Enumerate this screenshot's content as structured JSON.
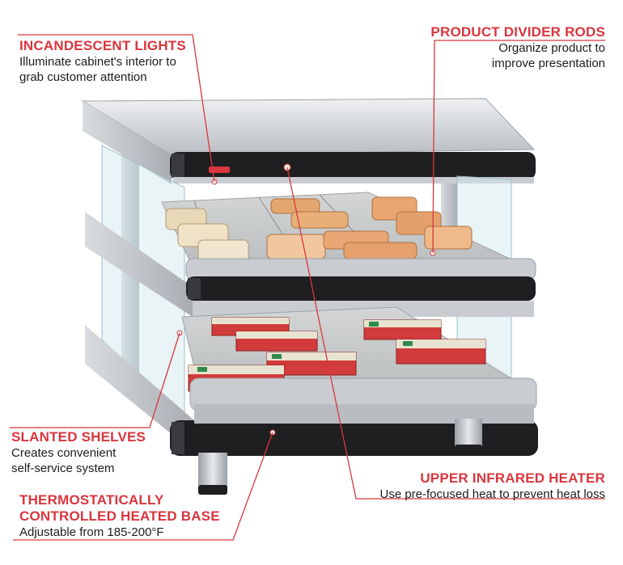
{
  "callouts": {
    "incandescent_lights": {
      "title": "INCANDESCENT LIGHTS",
      "desc_1": "Illuminate cabinet's interior to",
      "desc_2": "grab customer attention"
    },
    "product_divider_rods": {
      "title": "PRODUCT DIVIDER RODS",
      "desc_1": "Organize product to",
      "desc_2": "improve presentation"
    },
    "slanted_shelves": {
      "title": "SLANTED SHELVES",
      "desc_1": "Creates convenient",
      "desc_2": "self-service system"
    },
    "heated_base": {
      "title_1": "THERMOSTATICALLY",
      "title_2": "CONTROLLED HEATED BASE",
      "desc_1": "Adjustable from 185-200°F"
    },
    "infrared_heater": {
      "title": "UPPER INFRARED HEATER",
      "desc_1": "Use pre-focused heat to prevent heat loss"
    }
  },
  "colors": {
    "accent_red": "#d9363e",
    "frame_silver": "#c9ccd0",
    "rail_black": "#1f1f22",
    "glass": "#cfe7ec"
  }
}
